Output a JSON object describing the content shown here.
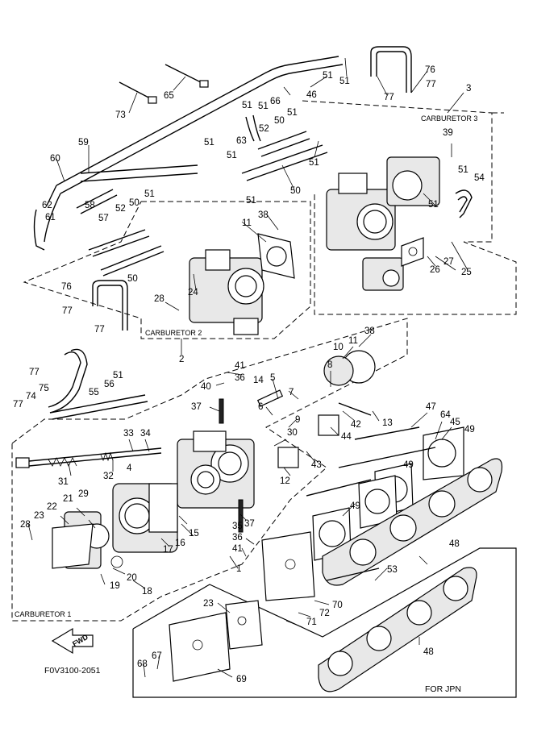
{
  "labels": {
    "carburetor_3": "CARBURETOR 3",
    "carburetor_2": "CARBURETOR 2",
    "carburetor_1": "CARBURETOR 1",
    "for_jpn": "FOR JPN",
    "fwd": "FWD",
    "figure_code": "F0V3100-2051"
  },
  "callouts": [
    {
      "id": "c1",
      "text": "51"
    },
    {
      "id": "c2",
      "text": "76"
    },
    {
      "id": "c3",
      "text": "77"
    },
    {
      "id": "c4",
      "text": "3"
    },
    {
      "id": "c5",
      "text": "51"
    },
    {
      "id": "c6",
      "text": "65"
    },
    {
      "id": "c7",
      "text": "46"
    },
    {
      "id": "c8",
      "text": "66"
    },
    {
      "id": "c9",
      "text": "77"
    },
    {
      "id": "c10",
      "text": "51"
    },
    {
      "id": "c11",
      "text": "73"
    },
    {
      "id": "c12",
      "text": "51"
    },
    {
      "id": "c13",
      "text": "51"
    },
    {
      "id": "c14",
      "text": "39"
    },
    {
      "id": "c15",
      "text": "59"
    },
    {
      "id": "c16",
      "text": "63"
    },
    {
      "id": "c17",
      "text": "50"
    },
    {
      "id": "c18",
      "text": "52"
    },
    {
      "id": "c19",
      "text": "51"
    },
    {
      "id": "c20",
      "text": "51"
    },
    {
      "id": "c21",
      "text": "54"
    },
    {
      "id": "c22",
      "text": "60"
    },
    {
      "id": "c23",
      "text": "51"
    },
    {
      "id": "c24",
      "text": "51"
    },
    {
      "id": "c25",
      "text": "50"
    },
    {
      "id": "c26",
      "text": "51"
    },
    {
      "id": "c27",
      "text": "51"
    },
    {
      "id": "c28",
      "text": "62"
    },
    {
      "id": "c29",
      "text": "58"
    },
    {
      "id": "c30",
      "text": "57"
    },
    {
      "id": "c31",
      "text": "52"
    },
    {
      "id": "c32",
      "text": "50"
    },
    {
      "id": "c33",
      "text": "61"
    },
    {
      "id": "c34",
      "text": "38"
    },
    {
      "id": "c35",
      "text": "11"
    },
    {
      "id": "c36",
      "text": "27"
    },
    {
      "id": "c37",
      "text": "26"
    },
    {
      "id": "c38",
      "text": "25"
    },
    {
      "id": "c39",
      "text": "51"
    },
    {
      "id": "c40",
      "text": "50"
    },
    {
      "id": "c41",
      "text": "76"
    },
    {
      "id": "c42",
      "text": "24"
    },
    {
      "id": "c43",
      "text": "28"
    },
    {
      "id": "c44",
      "text": "77"
    },
    {
      "id": "c45",
      "text": "77"
    },
    {
      "id": "c46",
      "text": "38"
    },
    {
      "id": "c47",
      "text": "2"
    },
    {
      "id": "c48",
      "text": "11"
    },
    {
      "id": "c49",
      "text": "10"
    },
    {
      "id": "c50",
      "text": "77"
    },
    {
      "id": "c51",
      "text": "41"
    },
    {
      "id": "c52",
      "text": "36"
    },
    {
      "id": "c53",
      "text": "14"
    },
    {
      "id": "c54",
      "text": "5"
    },
    {
      "id": "c55",
      "text": "8"
    },
    {
      "id": "c56",
      "text": "51"
    },
    {
      "id": "c57",
      "text": "40"
    },
    {
      "id": "c58",
      "text": "7"
    },
    {
      "id": "c59",
      "text": "75"
    },
    {
      "id": "c60",
      "text": "56"
    },
    {
      "id": "c61",
      "text": "74"
    },
    {
      "id": "c62",
      "text": "55"
    },
    {
      "id": "c63",
      "text": "77"
    },
    {
      "id": "c64",
      "text": "37"
    },
    {
      "id": "c65",
      "text": "6"
    },
    {
      "id": "c66",
      "text": "9"
    },
    {
      "id": "c67",
      "text": "42"
    },
    {
      "id": "c68",
      "text": "13"
    },
    {
      "id": "c69",
      "text": "47"
    },
    {
      "id": "c70",
      "text": "64"
    },
    {
      "id": "c71",
      "text": "45"
    },
    {
      "id": "c72",
      "text": "49"
    },
    {
      "id": "c73",
      "text": "33"
    },
    {
      "id": "c74",
      "text": "34"
    },
    {
      "id": "c75",
      "text": "30"
    },
    {
      "id": "c76",
      "text": "44"
    },
    {
      "id": "c77",
      "text": "31"
    },
    {
      "id": "c78",
      "text": "32"
    },
    {
      "id": "c79",
      "text": "4"
    },
    {
      "id": "c80",
      "text": "43"
    },
    {
      "id": "c81",
      "text": "12"
    },
    {
      "id": "c82",
      "text": "49"
    },
    {
      "id": "c83",
      "text": "21"
    },
    {
      "id": "c84",
      "text": "22"
    },
    {
      "id": "c85",
      "text": "29"
    },
    {
      "id": "c86",
      "text": "23"
    },
    {
      "id": "c87",
      "text": "28"
    },
    {
      "id": "c88",
      "text": "35"
    },
    {
      "id": "c89",
      "text": "36"
    },
    {
      "id": "c90",
      "text": "41"
    },
    {
      "id": "c91",
      "text": "37"
    },
    {
      "id": "c92",
      "text": "15"
    },
    {
      "id": "c93",
      "text": "16"
    },
    {
      "id": "c94",
      "text": "17"
    },
    {
      "id": "c95",
      "text": "49"
    },
    {
      "id": "c96",
      "text": "48"
    },
    {
      "id": "c97",
      "text": "1"
    },
    {
      "id": "c98",
      "text": "19"
    },
    {
      "id": "c99",
      "text": "20"
    },
    {
      "id": "c100",
      "text": "18"
    },
    {
      "id": "c101",
      "text": "53"
    },
    {
      "id": "c102",
      "text": "23"
    },
    {
      "id": "c103",
      "text": "72"
    },
    {
      "id": "c104",
      "text": "70"
    },
    {
      "id": "c105",
      "text": "71"
    },
    {
      "id": "c106",
      "text": "48"
    },
    {
      "id": "c107",
      "text": "67"
    },
    {
      "id": "c108",
      "text": "68"
    },
    {
      "id": "c109",
      "text": "69"
    }
  ]
}
